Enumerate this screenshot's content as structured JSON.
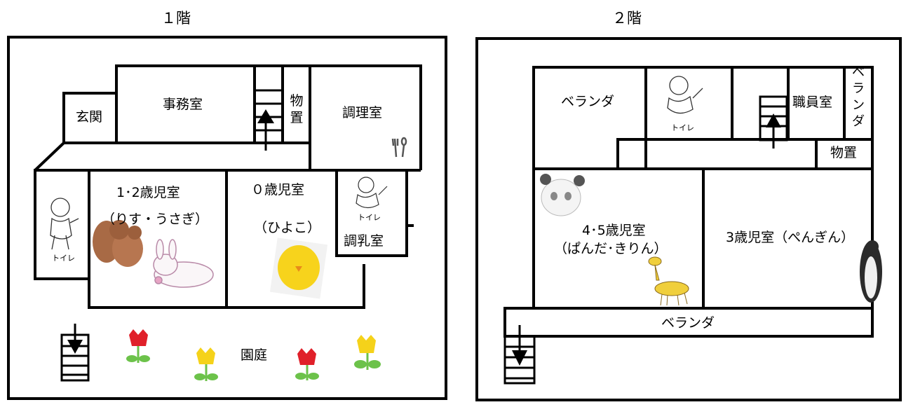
{
  "floor1": {
    "title": "１階",
    "rooms": {
      "entrance": "玄関",
      "office": "事務室",
      "storage_chars": [
        "物",
        "置"
      ],
      "kitchen": "調理室",
      "room12_line1": "1･2歳児室",
      "room12_line2": "（りす・うさぎ）",
      "room0_line1": "０歳児室",
      "room0_line2": "（ひよこ）",
      "toilet": "トイレ",
      "milk_room": "調乳室",
      "garden": "園庭"
    }
  },
  "floor2": {
    "title": "２階",
    "rooms": {
      "veranda_top": "ベランダ",
      "toilet": "トイレ",
      "staff_room": "職員室",
      "veranda_side_chars": [
        "ベ",
        "ラ",
        "ン",
        "ダ"
      ],
      "storage": "物置",
      "room45_line1": "4･5歳児室",
      "room45_line2": "（ぱんだ･きりん）",
      "room3": "3歳児室（ぺんぎん）",
      "veranda_bottom": "ベランダ"
    }
  },
  "colors": {
    "wall": "#000000",
    "tulip_red": "#e0202a",
    "tulip_yellow": "#f5d21a",
    "leaf": "#6cc24a",
    "chick": "#f7d31c",
    "squirrel": "#a86a45"
  }
}
